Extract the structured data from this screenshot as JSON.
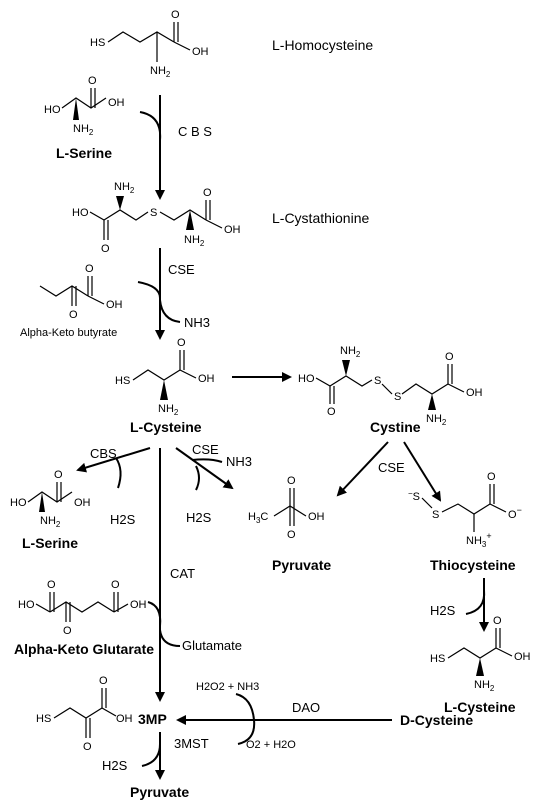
{
  "compounds": {
    "homocysteine": "L-Homocysteine",
    "serine_top": "L-Serine",
    "cystathionine": "L-Cystathionine",
    "aketobutyrate": "Alpha-Keto butyrate",
    "cysteine_mid": "L-Cysteine",
    "cystine": "Cystine",
    "serine_left": "L-Serine",
    "pyruvate_mid": "Pyruvate",
    "thiocysteine": "Thiocysteine",
    "aketoglutarate": "Alpha-Keto Glutarate",
    "cysteine_right": "L-Cysteine",
    "dcysteine": "D-Cysteine",
    "mp3": "3MP",
    "pyruvate_bottom": "Pyruvate"
  },
  "side_labels": {
    "nh3_cse": "NH3",
    "nh3_cse2": "NH3",
    "h2s_cbs": "H2S",
    "h2s_cse": "H2S",
    "glutamate": "Glutamate",
    "h2s_thio": "H2S",
    "h2o2_nh3": "H2O2 + NH3",
    "o2_h2o": "O2 + H2O",
    "h2s_mst": "H2S"
  },
  "enzymes": {
    "cbs_top": "C B S",
    "cse_top": "CSE",
    "cbs_left": "CBS",
    "cse_mid": "CSE",
    "cse_right": "CSE",
    "cat": "CAT",
    "dao": "DAO",
    "mst": "3MST"
  },
  "atoms": {
    "hs": "HS",
    "oh": "OH",
    "ho": "HO",
    "o": "O",
    "s": "S",
    "nh2": "NH",
    "sub2": "2",
    "h3c": "H",
    "sub3": "3",
    "c": "C",
    "om": "O",
    "minus": "−",
    "plus": "+",
    "nh3": "NH"
  }
}
